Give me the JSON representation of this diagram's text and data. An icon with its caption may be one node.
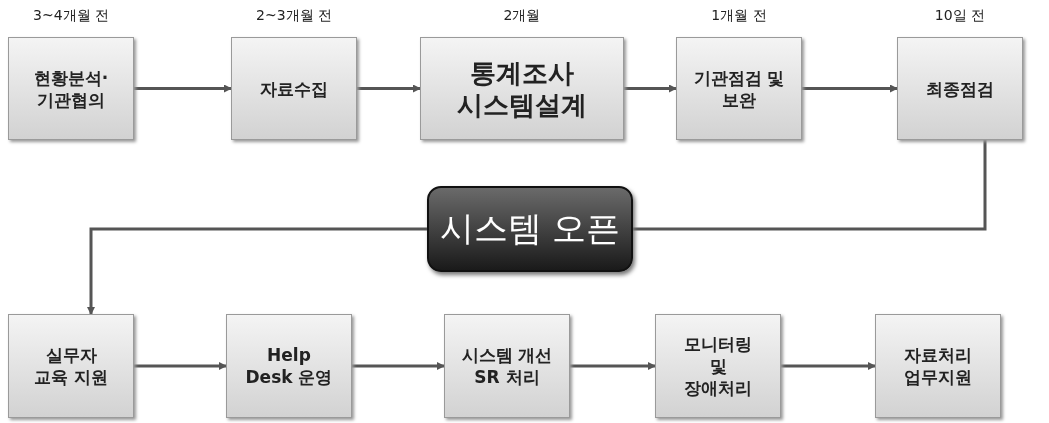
{
  "diagram": {
    "nodes": [
      {
        "text": [
          "현황분석· 기관협의"
        ],
        "beside": [
          "3~4개월 전"
        ]
      },
      {
        "text": [
          "자료수집"
        ],
        "beside": [
          "2~3개월 전"
        ]
      },
      {
        "text": [
          "통계조사 시스템설계"
        ],
        "beside": [
          "2개월"
        ]
      },
      {
        "text": [
          "기관점검 및 보완"
        ],
        "beside": [
          "1개월 전"
        ]
      },
      {
        "text": [
          "최종점검"
        ],
        "beside": [
          "10일 전"
        ]
      },
      {
        "text": [
          "시스템 오픈"
        ]
      },
      {
        "text": [
          "실무자 교육 지원"
        ]
      },
      {
        "text": [
          "Help Desk 운영"
        ]
      },
      {
        "text": [
          "시스템 개선 SR 처리"
        ]
      },
      {
        "text": [
          "모니터링 및 장애처리"
        ]
      },
      {
        "text": [
          "자료처리 업무지원"
        ]
      }
    ],
    "edges": [
      {
        "from": 0,
        "to": 1,
        "arrow": "to"
      },
      {
        "from": 1,
        "to": 2,
        "arrow": "to"
      },
      {
        "from": 2,
        "to": 3,
        "arrow": "to"
      },
      {
        "from": 3,
        "to": 4,
        "arrow": "to"
      },
      {
        "from": 4,
        "to": 5,
        "arrow": "none"
      },
      {
        "from": 5,
        "to": 6,
        "arrow": "to"
      },
      {
        "from": 6,
        "to": 7,
        "arrow": "to"
      },
      {
        "from": 7,
        "to": 8,
        "arrow": "to"
      },
      {
        "from": 8,
        "to": 9,
        "arrow": "to"
      },
      {
        "from": 9,
        "to": 10,
        "arrow": "to"
      }
    ]
  }
}
